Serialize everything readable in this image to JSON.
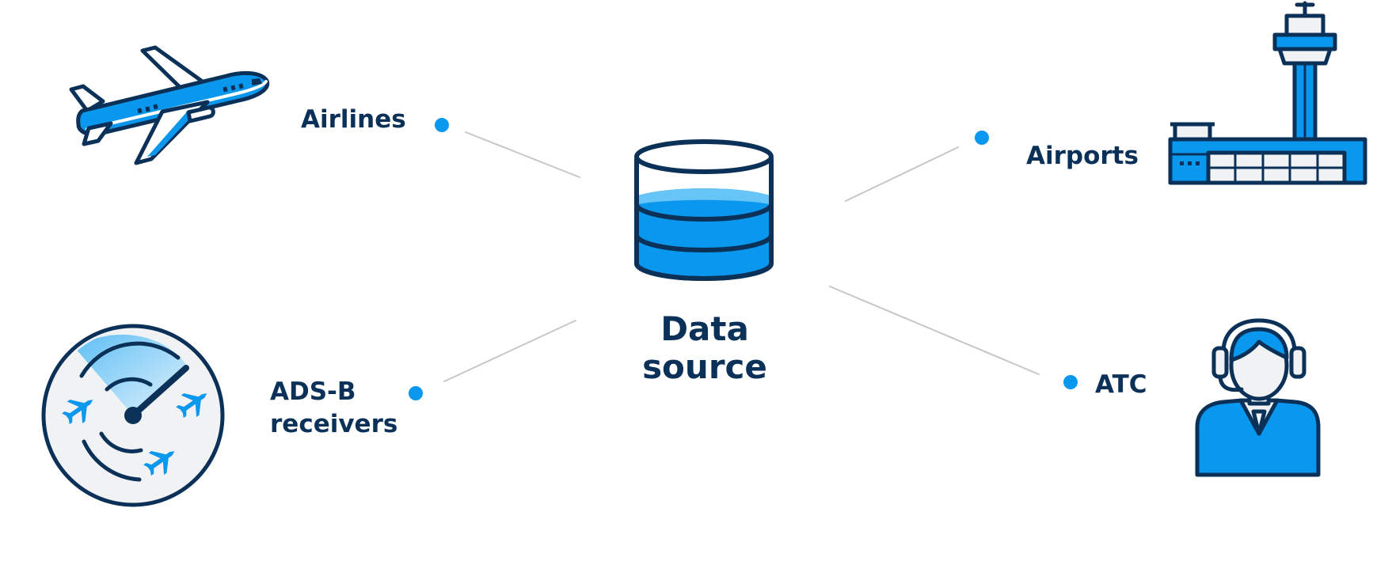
{
  "center": {
    "line1": "Data",
    "line2": "source",
    "icon": "database-icon"
  },
  "nodes": {
    "airlines": {
      "label": "Airlines",
      "icon": "airplane-icon"
    },
    "airports": {
      "label": "Airports",
      "icon": "airport-terminal-icon"
    },
    "adsb": {
      "line1": "ADS-B",
      "line2": "receivers",
      "icon": "radar-icon"
    },
    "atc": {
      "label": "ATC",
      "icon": "air-traffic-controller-icon"
    }
  },
  "colors": {
    "navy": "#0b3158",
    "blue": "#0a97ee",
    "light_blue": "#67c4f7",
    "gray_fill": "#f1f2f4",
    "connector": "#c7c7c7"
  }
}
